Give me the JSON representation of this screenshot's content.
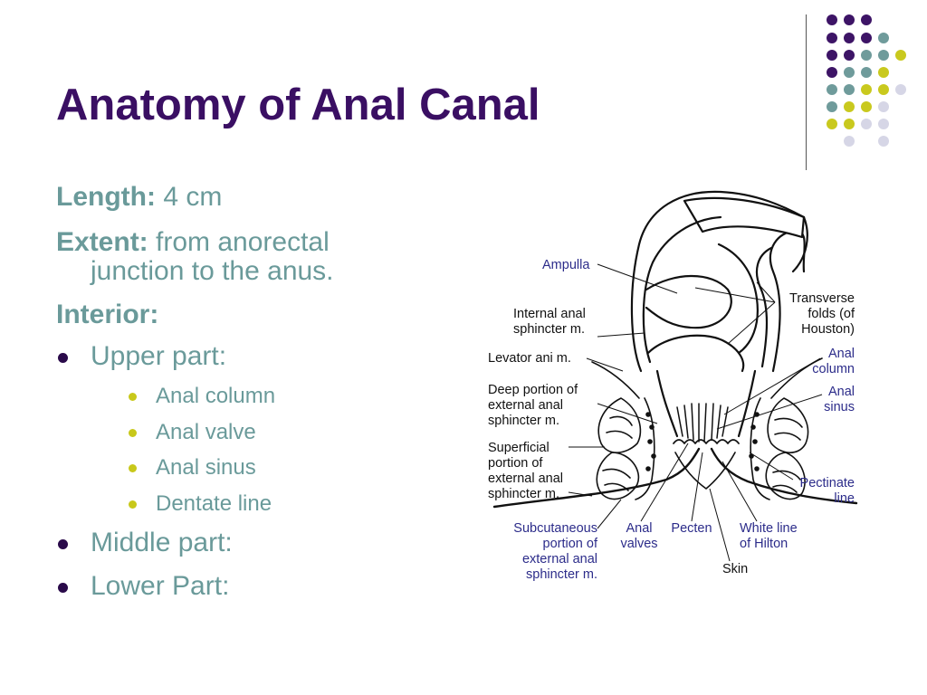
{
  "slide": {
    "title": "Anatomy of Anal Canal",
    "length_label": "Length:",
    "length_value": "4 cm",
    "extent_label": "Extent:",
    "extent_value_line1": "from anorectal",
    "extent_value_line2": "junction to the anus.",
    "interior_label": "Interior:",
    "bullets": [
      {
        "label": "Upper part:"
      },
      {
        "label": "Middle part:"
      },
      {
        "label": "Lower Part:"
      }
    ],
    "sub_bullets": [
      {
        "label": "Anal column"
      },
      {
        "label": "Anal valve"
      },
      {
        "label": "Anal sinus"
      },
      {
        "label": "Dentate line"
      }
    ]
  },
  "diagram": {
    "labels": {
      "ampulla": "Ampulla",
      "internal_line1": "Internal anal",
      "internal_line2": "sphincter m.",
      "levator": "Levator ani m.",
      "deep_line1": "Deep portion of",
      "deep_line2": "external anal",
      "deep_line3": "sphincter m.",
      "superficial_line1": "Superficial",
      "superficial_line2": "portion of",
      "superficial_line3": "external anal",
      "superficial_line4": "sphincter m.",
      "subcutaneous_line1": "Subcutaneous",
      "subcutaneous_line2": "portion of",
      "subcutaneous_line3": "external anal",
      "subcutaneous_line4": "sphincter m.",
      "anal_valves_line1": "Anal",
      "anal_valves_line2": "valves",
      "pecten": "Pecten",
      "white_line_line1": "White line",
      "white_line_line2": "of Hilton",
      "skin": "Skin",
      "transverse_line1": "Transverse",
      "transverse_line2": "folds (of",
      "transverse_line3": "Houston)",
      "anal_column_line1": "Anal",
      "anal_column_line2": "column",
      "anal_sinus_line1": "Anal",
      "anal_sinus_line2": "sinus",
      "pectinate_line1": "Pectinate",
      "pectinate_line2": "line"
    }
  },
  "colors": {
    "title": "#3a0f63",
    "text": "#6a9a9a",
    "bullet_l1": "#2a0a4a",
    "bullet_l2": "#c8c81a",
    "label_blue": "#2c2c8a"
  }
}
